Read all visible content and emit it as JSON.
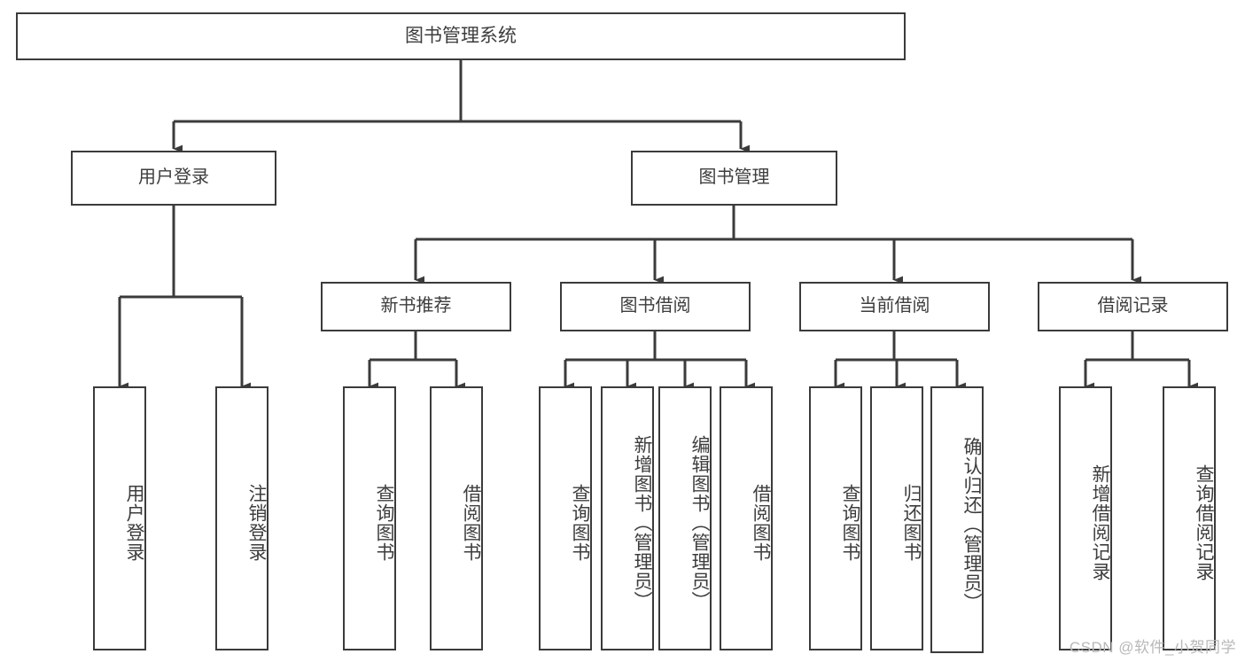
{
  "diagram": {
    "title": "图书管理系统",
    "type": "tree-hierarchy-diagram",
    "colors": {
      "box_border": "#3b3b3b",
      "box_fill": "#ffffff",
      "text": "#3d3d3d",
      "edge": "#3b3b3b",
      "background": "#ffffff",
      "watermark": "#b8b8b8"
    },
    "root": {
      "label": "图书管理系统"
    },
    "level2": [
      {
        "id": "user-login",
        "label": "用户登录"
      },
      {
        "id": "book-manage",
        "label": "图书管理"
      }
    ],
    "level3": [
      {
        "id": "new-book-recommend",
        "label": "新书推荐"
      },
      {
        "id": "book-borrow",
        "label": "图书借阅"
      },
      {
        "id": "current-borrow",
        "label": "当前借阅"
      },
      {
        "id": "borrow-record",
        "label": "借阅记录"
      }
    ],
    "leaves": [
      {
        "id": "leaf-user-login",
        "label": "用户登录",
        "parent": "user-login"
      },
      {
        "id": "leaf-logout-login",
        "label": "注销登录",
        "parent": "user-login"
      },
      {
        "id": "leaf-query-book-1",
        "label": "查询图书",
        "parent": "new-book-recommend"
      },
      {
        "id": "leaf-borrow-book-1",
        "label": "借阅图书",
        "parent": "new-book-recommend"
      },
      {
        "id": "leaf-query-book-2",
        "label": "查询图书",
        "parent": "book-borrow"
      },
      {
        "id": "leaf-add-book",
        "label": "新增图书（管理员）",
        "parent": "book-borrow"
      },
      {
        "id": "leaf-edit-book",
        "label": "编辑图书（管理员）",
        "parent": "book-borrow"
      },
      {
        "id": "leaf-borrow-book-2",
        "label": "借阅图书",
        "parent": "book-borrow"
      },
      {
        "id": "leaf-query-book-3",
        "label": "查询图书",
        "parent": "current-borrow"
      },
      {
        "id": "leaf-return-book",
        "label": "归还图书",
        "parent": "current-borrow"
      },
      {
        "id": "leaf-confirm-return",
        "label": "确认归还（管理员）",
        "parent": "current-borrow"
      },
      {
        "id": "leaf-add-record",
        "label": "新增借阅记录",
        "parent": "borrow-record"
      },
      {
        "id": "leaf-query-record",
        "label": "查询借阅记录",
        "parent": "borrow-record"
      }
    ],
    "watermark": "CSDN @软件_小贺同学"
  }
}
